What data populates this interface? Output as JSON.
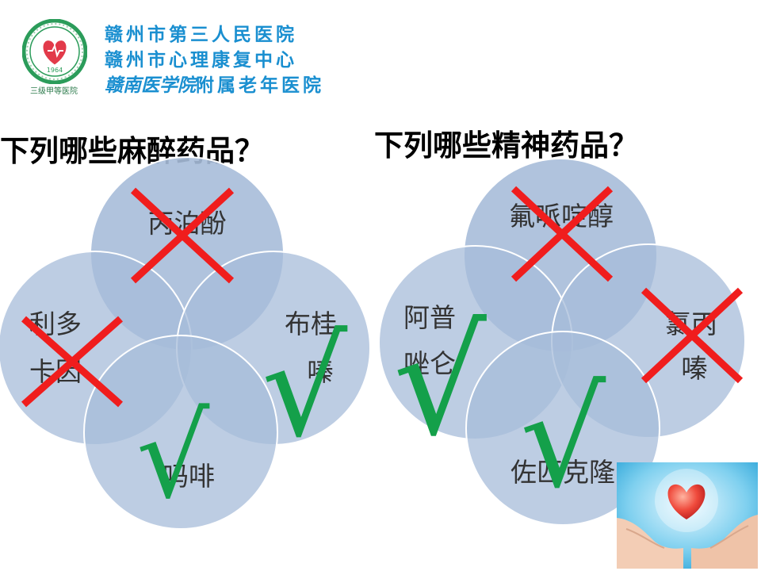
{
  "header": {
    "badge_year": "1964",
    "grade": "三级甲等医院",
    "lines": [
      "赣州市第三人民医院",
      "赣州市心理康复中心"
    ],
    "line3_script": "赣南医学院",
    "line3_rest": "附属老年医院"
  },
  "left_panel": {
    "question": "下列哪些麻醉药品？",
    "items": {
      "top": "丙泊酚",
      "left_1": "利多",
      "left_2": "卡因",
      "right_1": "布桂",
      "right_2": "嗪",
      "bottom": "吗啡"
    },
    "marks": {
      "top": "wrong",
      "left": "wrong",
      "right": "correct",
      "bottom": "correct"
    }
  },
  "right_panel": {
    "question": "下列哪些精神药品？",
    "items": {
      "top": "氟哌啶醇",
      "left_1": "阿普",
      "left_2": "唑仑",
      "right_1": "氯丙",
      "right_2": "嗪",
      "bottom": "佐匹克隆"
    },
    "marks": {
      "top": "wrong",
      "left": "correct",
      "right": "wrong",
      "bottom": "correct"
    }
  },
  "colors": {
    "circle_fill": "#a7bcd9",
    "circle_stroke": "#ffffff",
    "overlap_fill": "#7a99c8",
    "wrong_mark": "#f01d1d",
    "correct_mark": "#14a04a",
    "header_text": "#1a8fd0",
    "logo_green": "#2b9c5a"
  }
}
